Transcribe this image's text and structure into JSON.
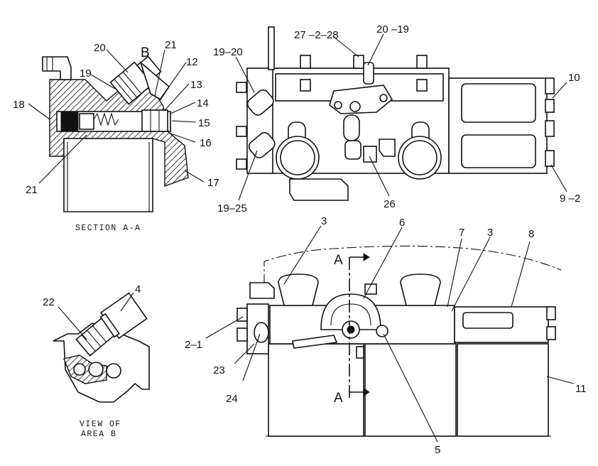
{
  "section_view": {
    "caption": "SECTION A-A",
    "view_letter": "B",
    "callouts": {
      "c18": "18",
      "c20": "20",
      "c21_top": "21",
      "c12": "12",
      "c19": "19",
      "c13": "13",
      "c14": "14",
      "c15": "15",
      "c16": "16",
      "c17": "17",
      "c21_bottom": "21"
    }
  },
  "top_view": {
    "callouts": {
      "c27_2_28": "27 –2–28",
      "c20_19": "20 –19",
      "c19_20": "19–20",
      "c10": "10",
      "c19_25": "19–25",
      "c26": "26",
      "c9_2": "9 –2"
    }
  },
  "detail_view": {
    "caption_line1": "VIEW OF",
    "caption_line2": "AREA B",
    "callouts": {
      "c4": "4",
      "c22": "22"
    }
  },
  "side_view": {
    "section_marker_top": "A",
    "section_marker_bottom": "A",
    "callouts": {
      "c3_left": "3",
      "c6": "6",
      "c7": "7",
      "c3_right": "3",
      "c8": "8",
      "c2_1": "2–1",
      "c23": "23",
      "c24": "24",
      "c11": "11",
      "c5": "5"
    }
  }
}
